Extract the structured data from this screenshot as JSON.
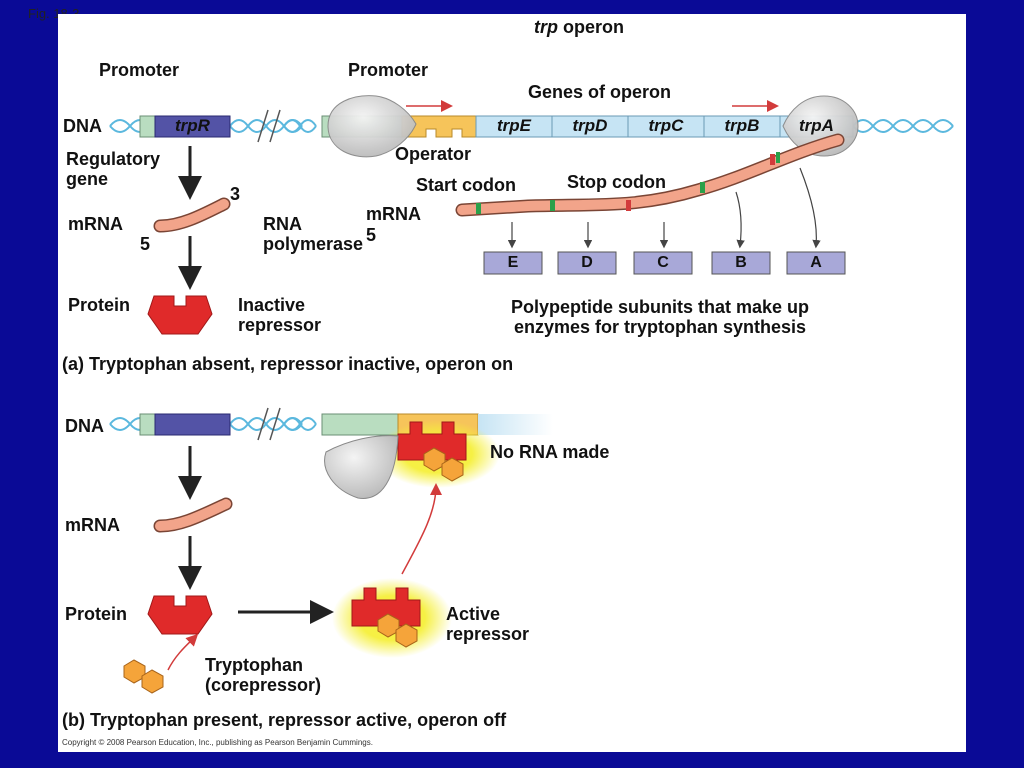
{
  "fig_label": "Fig. 18-3",
  "title": {
    "italic": "trp",
    "rest": " operon"
  },
  "panel_a": {
    "promoter_left": "Promoter",
    "promoter_right": "Promoter",
    "genes_of_operon": "Genes of operon",
    "dna": "DNA",
    "trpR": "trpR",
    "genes": [
      "trpE",
      "trpD",
      "trpC",
      "trpB",
      "trpA"
    ],
    "operator": "Operator",
    "regulatory_gene": [
      "Regulatory",
      "gene"
    ],
    "start_codon": "Start codon",
    "stop_codon": "Stop codon",
    "three_prime": "3",
    "five_prime": "5",
    "mrna_left": "mRNA",
    "rna_polymerase": [
      "RNA",
      "polymerase"
    ],
    "mrna_right": "mRNA",
    "five_prime_right": "5",
    "subunits": [
      "E",
      "D",
      "C",
      "B",
      "A"
    ],
    "protein": "Protein",
    "inactive_repressor": [
      "Inactive",
      "repressor"
    ],
    "polypeptide": [
      "Polypeptide subunits that make up",
      "enzymes for tryptophan synthesis"
    ],
    "caption": "(a) Tryptophan absent, repressor inactive, operon on"
  },
  "panel_b": {
    "dna": "DNA",
    "no_rna": "No RNA made",
    "mrna": "mRNA",
    "protein": "Protein",
    "active_repressor": [
      "Active",
      "repressor"
    ],
    "tryptophan": [
      "Tryptophan",
      "(corepressor)"
    ],
    "caption": "(b) Tryptophan present, repressor active, operon off"
  },
  "copyright": "Copyright © 2008 Pearson Education, Inc., publishing as Pearson Benjamin Cummings.",
  "colors": {
    "background": "#0a0a96",
    "trpR": "#5353a6",
    "operon_gene": "#c6e4f4",
    "operator": "#f6c45a",
    "promoter": "#b9ddc0",
    "repressor": "#e02a2a",
    "mrna": "#f2a48a",
    "tryptophan": "#f5a43a"
  }
}
